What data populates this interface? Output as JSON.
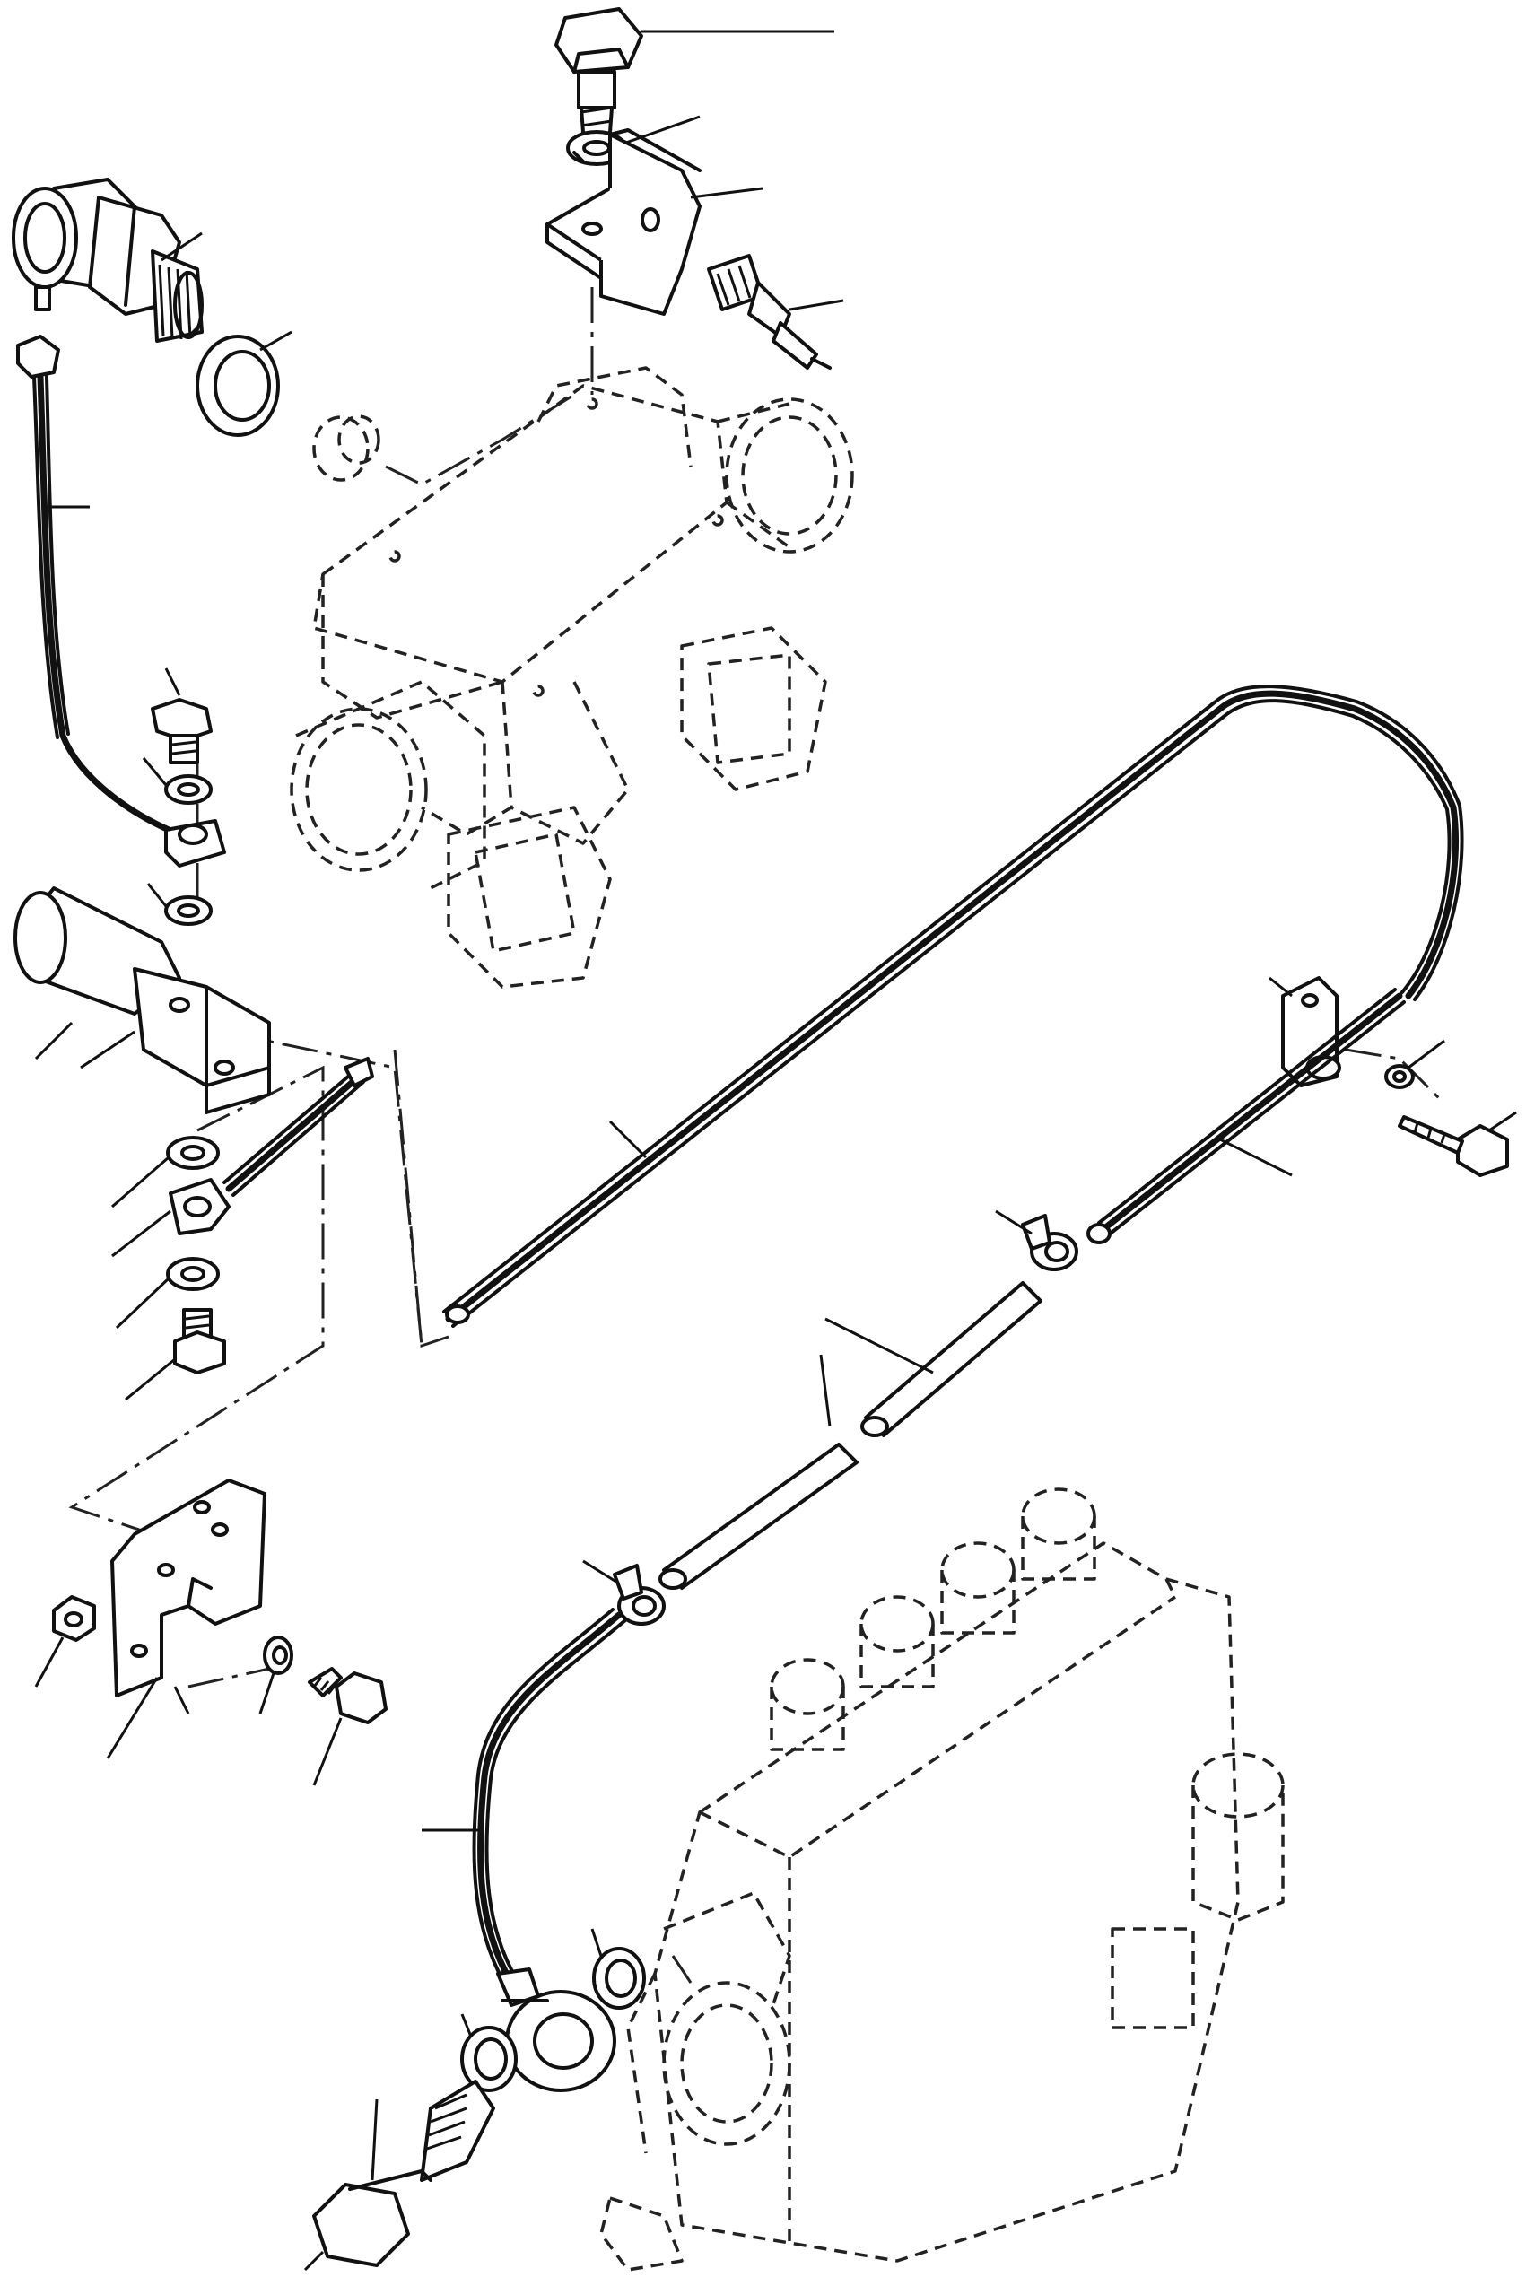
{
  "diagram": {
    "parts": [
      {
        "name": "banjo-bolt-top"
      },
      {
        "name": "lock-washer-top"
      },
      {
        "name": "mounting-bracket-upper"
      },
      {
        "name": "adapter-fitting"
      },
      {
        "name": "pressure-sensor"
      },
      {
        "name": "sealing-washer-sensor"
      },
      {
        "name": "oil-line-upper"
      },
      {
        "name": "banjo-bolt-middle"
      },
      {
        "name": "sealing-washer"
      },
      {
        "name": "shutoff-solenoid"
      },
      {
        "name": "oil-line-long"
      },
      {
        "name": "hose-clamp"
      },
      {
        "name": "rubber-hose"
      },
      {
        "name": "clip-bracket"
      },
      {
        "name": "bolt-right"
      },
      {
        "name": "mounting-plate-lower"
      },
      {
        "name": "hex-nut"
      },
      {
        "name": "lock-washer-lower"
      },
      {
        "name": "cap-screw-lower"
      },
      {
        "name": "oil-line-lower"
      },
      {
        "name": "banjo-fitting"
      },
      {
        "name": "banjo-bolt-lower"
      },
      {
        "name": "injection-pump-ghost"
      },
      {
        "name": "intake-manifold-ghost"
      }
    ]
  }
}
